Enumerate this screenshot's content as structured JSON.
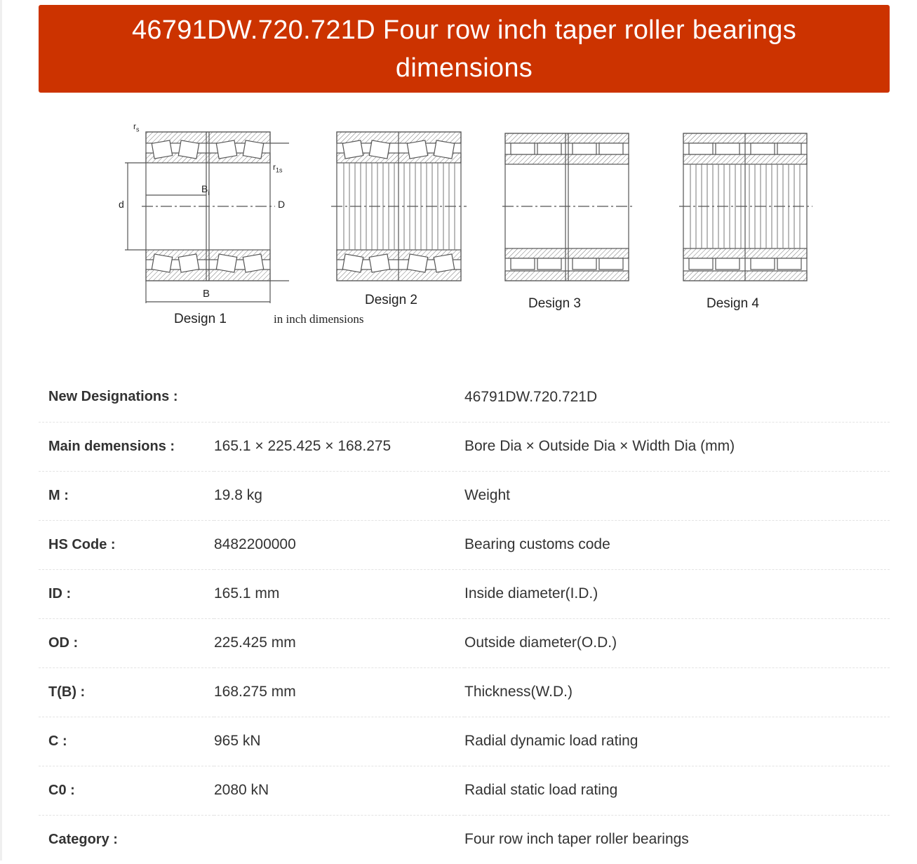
{
  "header": {
    "title": "46791DW.720.721D Four row inch taper roller bearings dimensions"
  },
  "figure": {
    "labels": {
      "design1": "Design 1",
      "design2": "Design 2",
      "design3": "Design 3",
      "design4": "Design 4",
      "note": "in inch dimensions",
      "rs": "r",
      "rs_sub": "s",
      "r1s": "r",
      "r1s_sub": "1s",
      "bi": "B",
      "bi_sub": "i",
      "d": "d",
      "D": "D",
      "B": "B"
    }
  },
  "specs": [
    {
      "key": "New Designations :",
      "value": "",
      "desc": "46791DW.720.721D"
    },
    {
      "key": "Main demensions :",
      "value": "165.1 × 225.425 × 168.275",
      "desc": "Bore Dia × Outside Dia × Width Dia (mm)"
    },
    {
      "key": "M :",
      "value": "19.8 kg",
      "desc": "Weight"
    },
    {
      "key": "HS Code :",
      "value": "8482200000",
      "desc": "Bearing customs code"
    },
    {
      "key": "ID :",
      "value": "165.1 mm",
      "desc": "Inside diameter(I.D.)"
    },
    {
      "key": "OD :",
      "value": "225.425 mm",
      "desc": "Outside diameter(O.D.)"
    },
    {
      "key": "T(B) :",
      "value": "168.275 mm",
      "desc": "Thickness(W.D.)"
    },
    {
      "key": "C :",
      "value": "965 kN",
      "desc": "Radial dynamic load rating"
    },
    {
      "key": "C0 :",
      "value": "2080 kN",
      "desc": "Radial static load rating"
    },
    {
      "key": "Category :",
      "value": "",
      "desc": "Four row inch taper roller bearings"
    }
  ]
}
